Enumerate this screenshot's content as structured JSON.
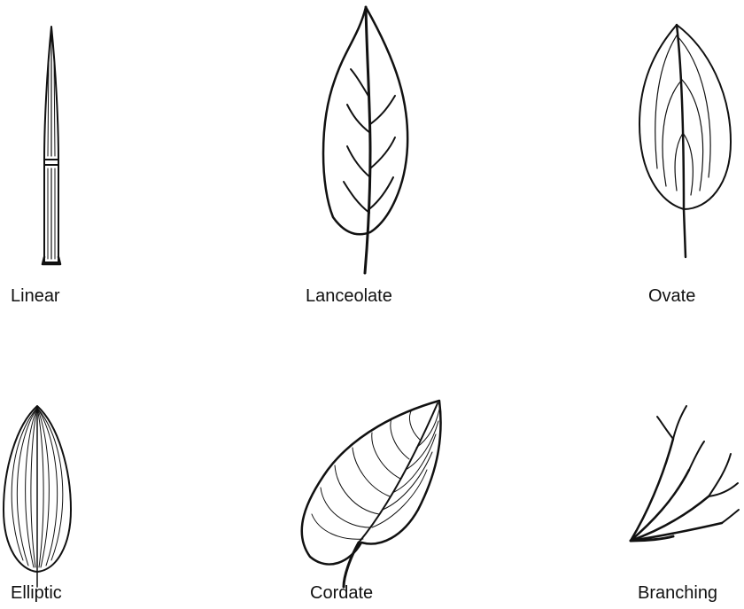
{
  "leaf_shapes": [
    {
      "id": "linear",
      "label": "Linear",
      "icon": "linear-leaf"
    },
    {
      "id": "lanceolate",
      "label": "Lanceolate",
      "icon": "lanceolate-leaf"
    },
    {
      "id": "ovate",
      "label": "Ovate",
      "icon": "ovate-leaf"
    },
    {
      "id": "elliptic",
      "label": "Elliptic",
      "icon": "elliptic-leaf"
    },
    {
      "id": "cordate",
      "label": "Cordate",
      "icon": "cordate-leaf"
    },
    {
      "id": "branching",
      "label": "Branching",
      "icon": "branching-veins"
    }
  ],
  "colors": {
    "ink": "#111111",
    "background": "#ffffff"
  }
}
